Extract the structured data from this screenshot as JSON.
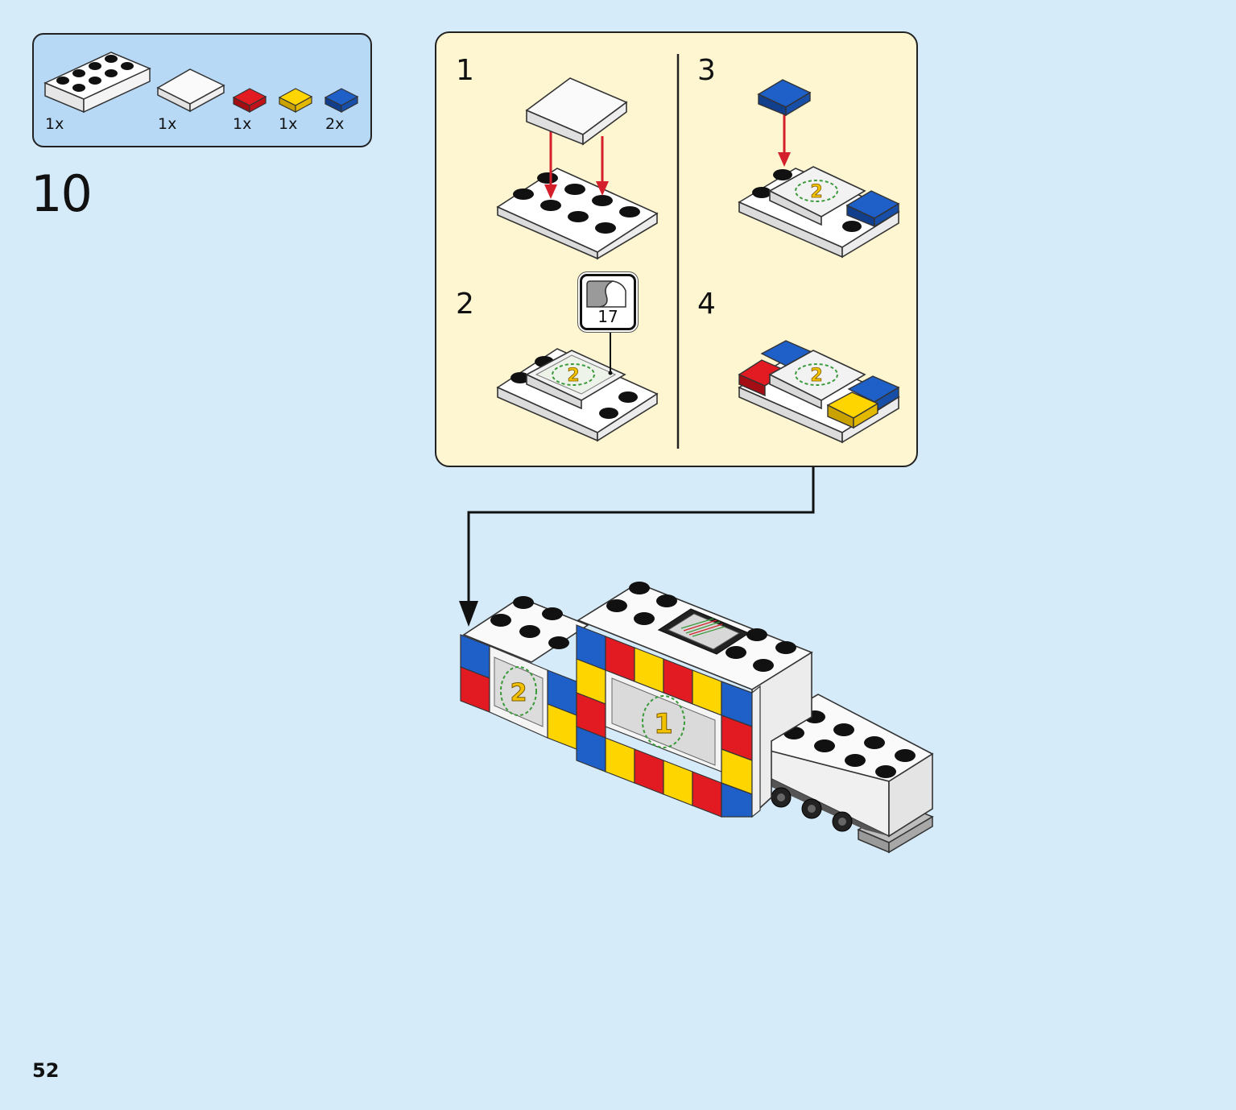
{
  "parts_list": {
    "items": [
      {
        "part": "white-plate-2x4",
        "quantity": "1x"
      },
      {
        "part": "white-tile-2x2",
        "quantity": "1x"
      },
      {
        "part": "red-tile-1x1",
        "quantity": "1x"
      },
      {
        "part": "yellow-tile-1x1",
        "quantity": "1x"
      },
      {
        "part": "blue-tile-1x1",
        "quantity": "2x"
      }
    ]
  },
  "step": {
    "number": "10"
  },
  "sub_steps": [
    {
      "number": "1"
    },
    {
      "number": "2"
    },
    {
      "number": "3"
    },
    {
      "number": "4"
    }
  ],
  "sticker": {
    "number": "17"
  },
  "page": {
    "number": "52"
  },
  "colors": {
    "background": "#d6ebf9",
    "parts_box": "#b7d9f6",
    "substep_box": "#fef5d1",
    "red": "#d9101b",
    "yellow": "#f6cf00",
    "blue": "#1a56b8",
    "arrow": "#d4202a"
  }
}
